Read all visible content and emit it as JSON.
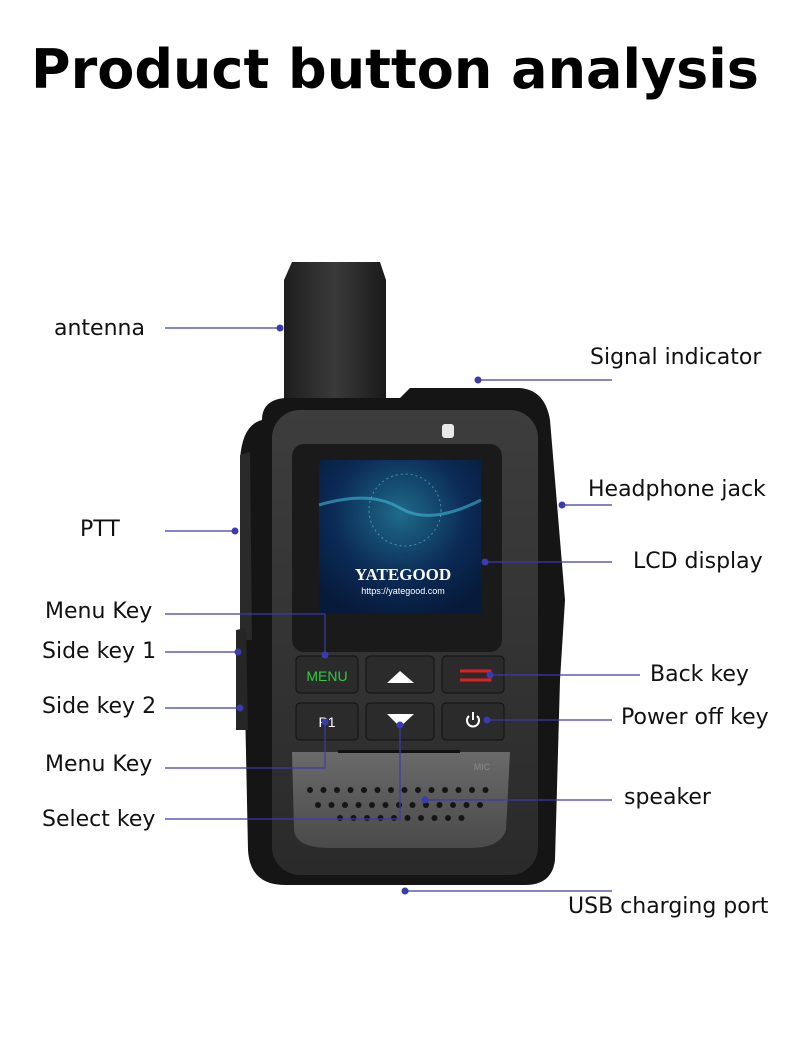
{
  "title": "Product button analysis",
  "labels": {
    "antenna": "antenna",
    "signal_indicator": "Signal indicator",
    "headphone_jack": "Headphone jack",
    "ptt": "PTT",
    "lcd_display": "LCD display",
    "menu_key_top": "Menu Key",
    "side_key_1": "Side key 1",
    "back_key": "Back key",
    "side_key_2": "Side key 2",
    "power_off_key": "Power off key",
    "menu_key_bottom": "Menu Key",
    "select_key": "Select key",
    "speaker": "speaker",
    "usb_charging_port": "USB charging port"
  },
  "device": {
    "brand": "YATEGOOD",
    "url": "https://yategood.com",
    "menu_button": "MENU",
    "p1_button": "P1",
    "mic_text": "MIC"
  },
  "colors": {
    "leader_line": "#3b3bb0",
    "menu_text": "#2ecc40",
    "back_icon": "#e02020"
  }
}
